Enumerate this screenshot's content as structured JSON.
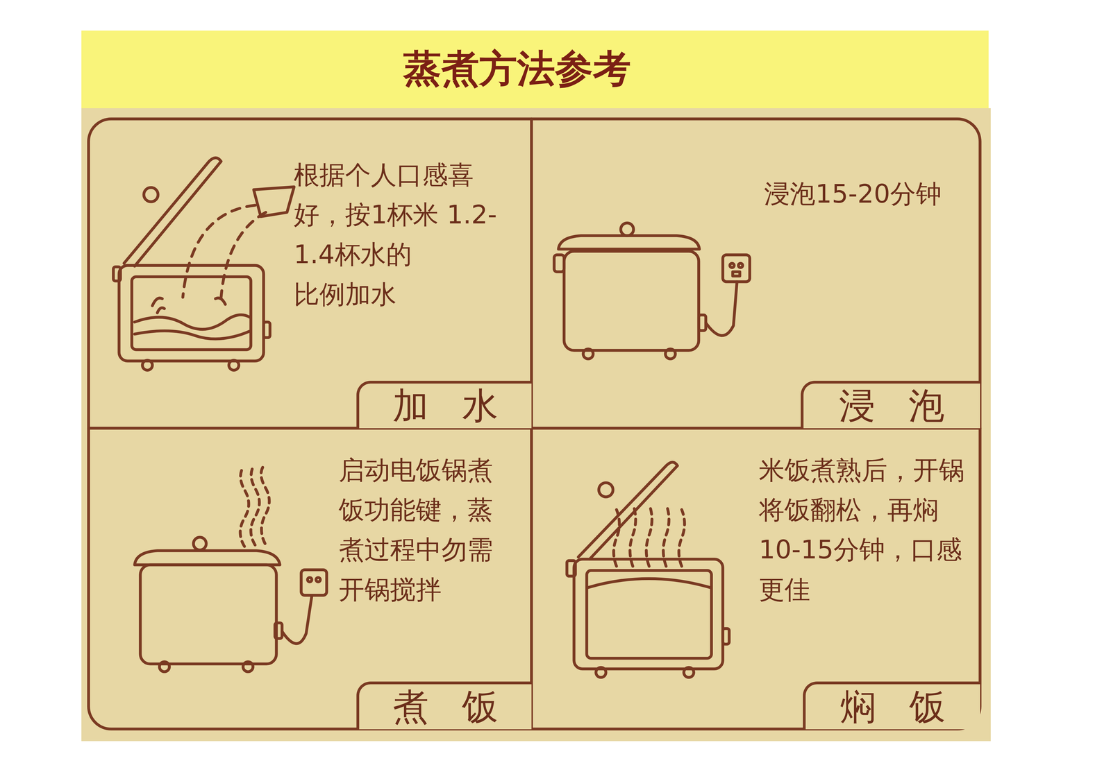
{
  "diagram": {
    "title": "蒸煮方法参考",
    "nodes": [
      {
        "text": [
          "根据个人口感喜 好，按1杯米 1.2-1.4杯水的 比例加水"
        ]
      },
      {
        "text": [
          "加 水"
        ],
        "in": 0
      },
      {
        "text": [
          "浸泡15-20分钟"
        ]
      },
      {
        "text": [
          "浸 泡"
        ],
        "in": 2
      },
      {
        "text": [
          "启动电饭锅煮 饭功能键，蒸 煮过程中勿需 开锅搅拌"
        ]
      },
      {
        "text": [
          "煮 饭"
        ],
        "in": 4
      },
      {
        "text": [
          "米饭煮熟后，开锅 将饭翻松，再焖 10-15分钟，口感 更佳"
        ]
      },
      {
        "text": [
          "焖 饭"
        ],
        "in": 6
      }
    ]
  }
}
